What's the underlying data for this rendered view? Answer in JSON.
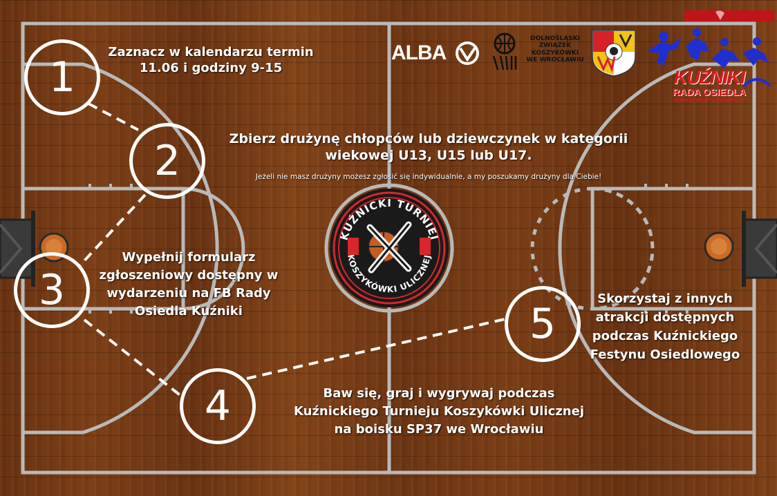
{
  "steps": [
    {
      "number": "1",
      "text": "Zaznacz w kalendarzu termin 11.06 i godziny 9-15"
    },
    {
      "number": "2",
      "text": "Zbierz drużynę chłopców lub dziewczynek w kategorii wiekowej U13, U15 lub U17.",
      "note": "Jeżeli nie masz drużyny  możesz zgłosić się indywidualnie, a my poszukamy drużyny  dla Ciebie!"
    },
    {
      "number": "3",
      "text": "Wypełnij formularz zgłoszeniowy dostępny w wydarzeniu na FB Rady Osiedla Kuźniki"
    },
    {
      "number": "4",
      "text": "Baw się, graj i wygrywaj podczas Kuźnickiego Turnieju Koszykówki Ulicznej na boisku SP37 we Wrocławiu"
    },
    {
      "number": "5",
      "text": "Skorzystaj z innych atrakcji dostępnych podczas Kuźnickiego Festynu Osiedlowego"
    }
  ],
  "logos": {
    "alba": "ALBA",
    "dzkosz_line1": "DOLNOŚLĄSKI",
    "dzkosz_line2": "ZWIĄZEK",
    "dzkosz_line3": "KOSZYKÓWKI",
    "dzkosz_line4": "WE WROCŁAWIU",
    "kuzniki_title": "KUŹNIKI",
    "kuzniki_subtitle": "RADA OSIEDLA",
    "kuzniki_tagline": "KOMISJA SPORTU I REKREACJI",
    "tournament_top": "KUŹNICKI TURNIEJ",
    "tournament_bottom": "KOSZYKÓWKI ULICZNEJ"
  },
  "colors": {
    "court_line": "#b9b9b9",
    "kuzniki_red": "#e1161c",
    "kuzniki_blue": "#1f2fd0",
    "tournament_red": "#d9262b"
  }
}
